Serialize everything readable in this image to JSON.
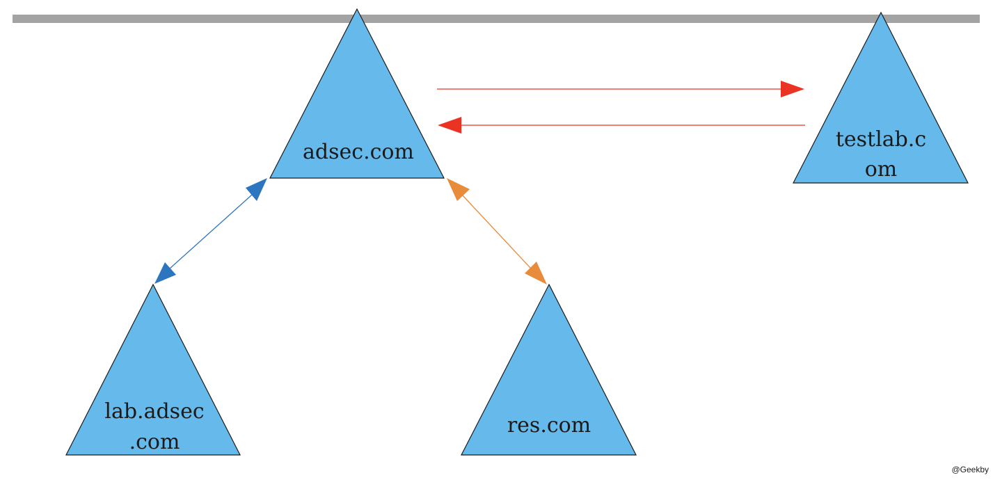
{
  "colors": {
    "triangle_fill": "#66baeb",
    "triangle_stroke": "#1a1a1a",
    "bar": "#a3a3a3",
    "trust_external": "#ea3323",
    "trust_lab": "#2e75c0",
    "trust_res": "#e88b3a"
  },
  "nodes": {
    "adsec": {
      "line1": "adsec.com"
    },
    "testlab": {
      "line1": "testlab.c",
      "line2": "om"
    },
    "lab": {
      "line1": "lab.adsec",
      "line2": ".com"
    },
    "res": {
      "line1": "res.com"
    }
  },
  "watermark": "@Geekby"
}
